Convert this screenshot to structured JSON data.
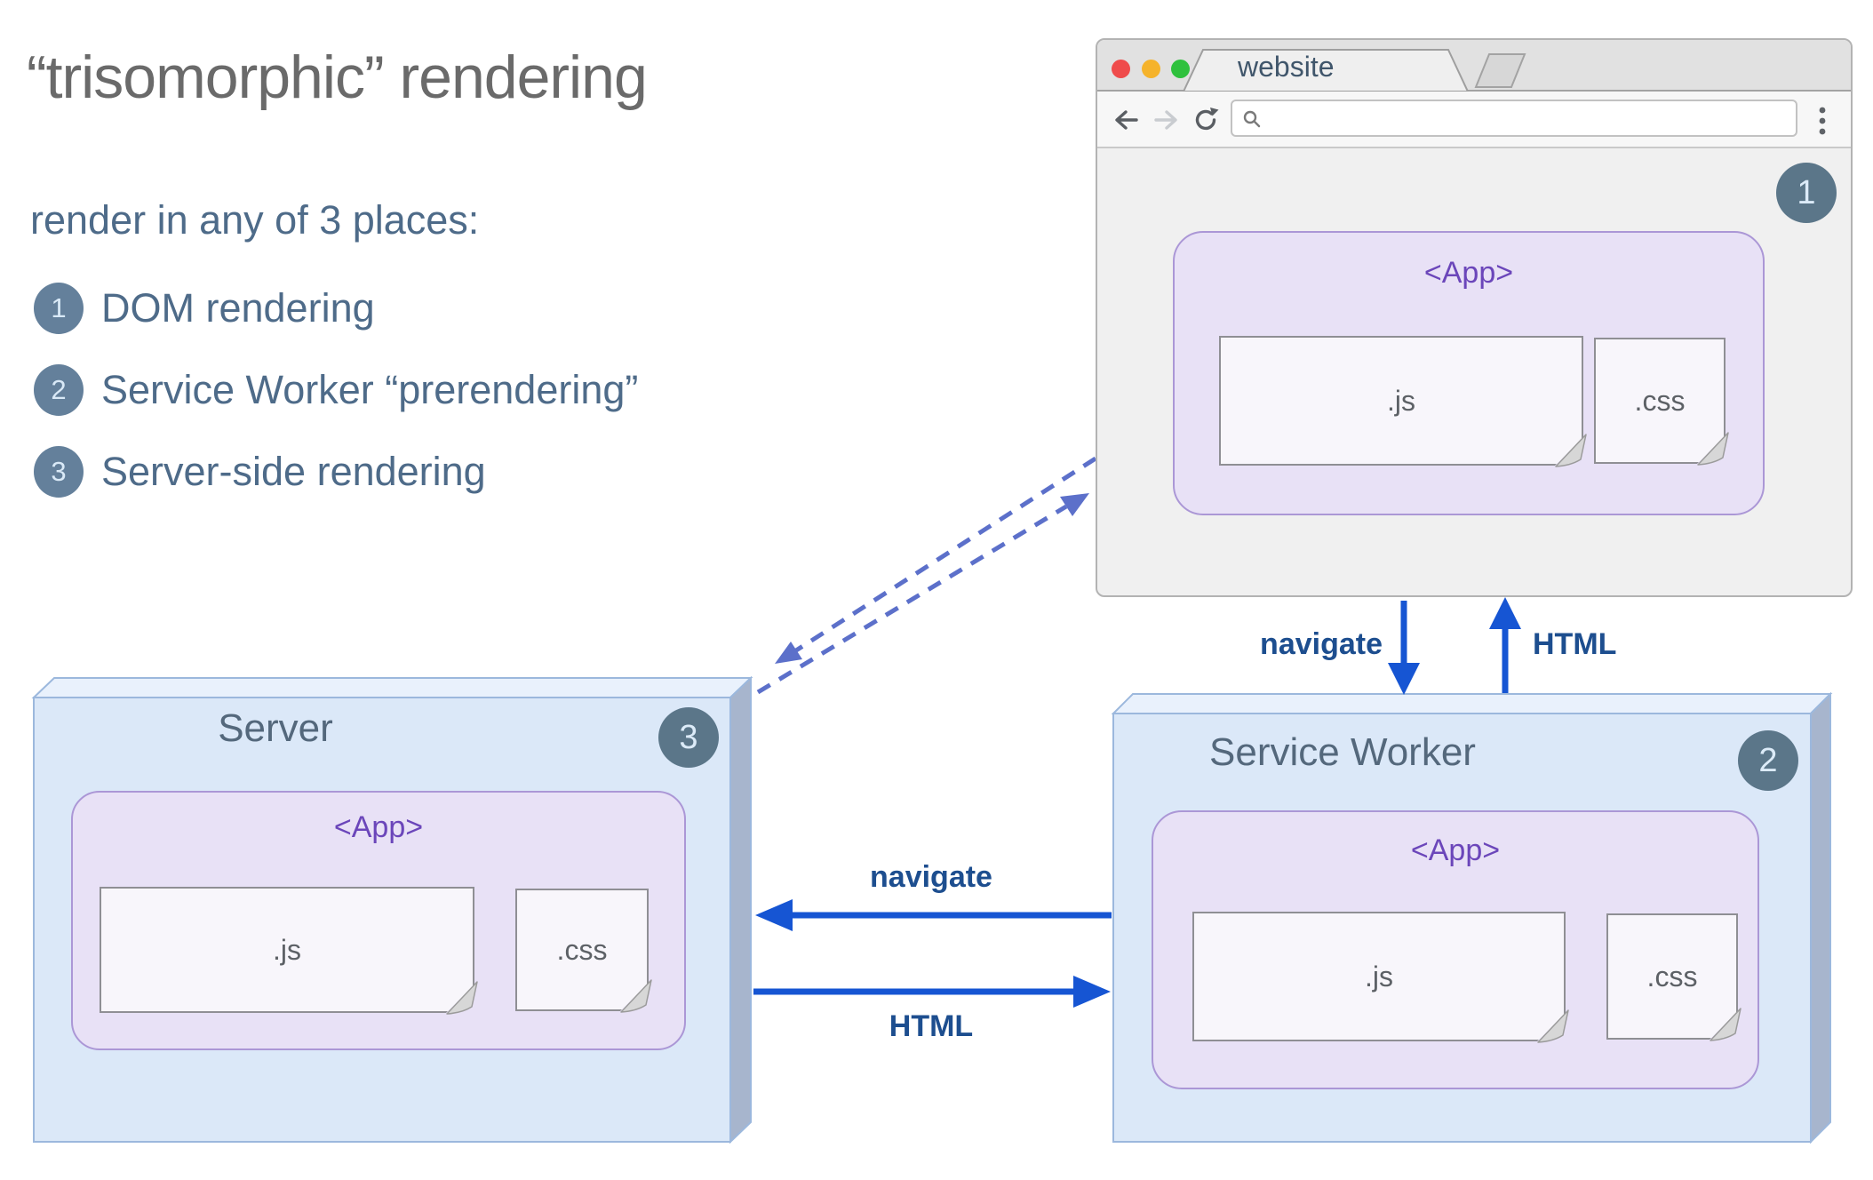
{
  "title": "“trisomorphic” rendering",
  "subtitle": "render in any of 3 places:",
  "list": {
    "items": [
      {
        "num": "1",
        "label": "DOM rendering"
      },
      {
        "num": "2",
        "label": "Service Worker “prerendering”"
      },
      {
        "num": "3",
        "label": "Server-side rendering"
      }
    ]
  },
  "browser": {
    "tab_title": "website",
    "url_value": "",
    "url_placeholder": "",
    "badge": "1",
    "app": {
      "label": "<App>",
      "js": ".js",
      "css": ".css"
    }
  },
  "server": {
    "title": "Server",
    "badge": "3",
    "app": {
      "label": "<App>",
      "js": ".js",
      "css": ".css"
    }
  },
  "service_worker": {
    "title": "Service Worker",
    "badge": "2",
    "app": {
      "label": "<App>",
      "js": ".js",
      "css": ".css"
    }
  },
  "edges": {
    "browser_to_sw": "navigate",
    "sw_to_browser": "HTML",
    "sw_to_server": "navigate",
    "server_to_sw": "HTML"
  },
  "icons": {
    "traffic_lights": [
      "close-light",
      "minimize-light",
      "zoom-light"
    ],
    "toolbar": [
      "back-icon",
      "forward-icon",
      "reload-icon",
      "search-icon",
      "kebab-menu-icon"
    ]
  },
  "colors": {
    "arrow_blue": "#1655d3",
    "edge_label_navy": "#1d4e8f",
    "dashed_periwinkle": "#5c70ca",
    "slate_text": "#4e6b89",
    "app_purple_text": "#6b46ba",
    "app_box_fill": "#e8e1f6",
    "box_front_fill": "#dbe8f8",
    "box_side_fill": "#a7b5cd",
    "badge_slate": "#5b7689",
    "traffic_red": "#ef4b4b",
    "traffic_yellow": "#f5b32b",
    "traffic_green": "#2fc13d"
  }
}
